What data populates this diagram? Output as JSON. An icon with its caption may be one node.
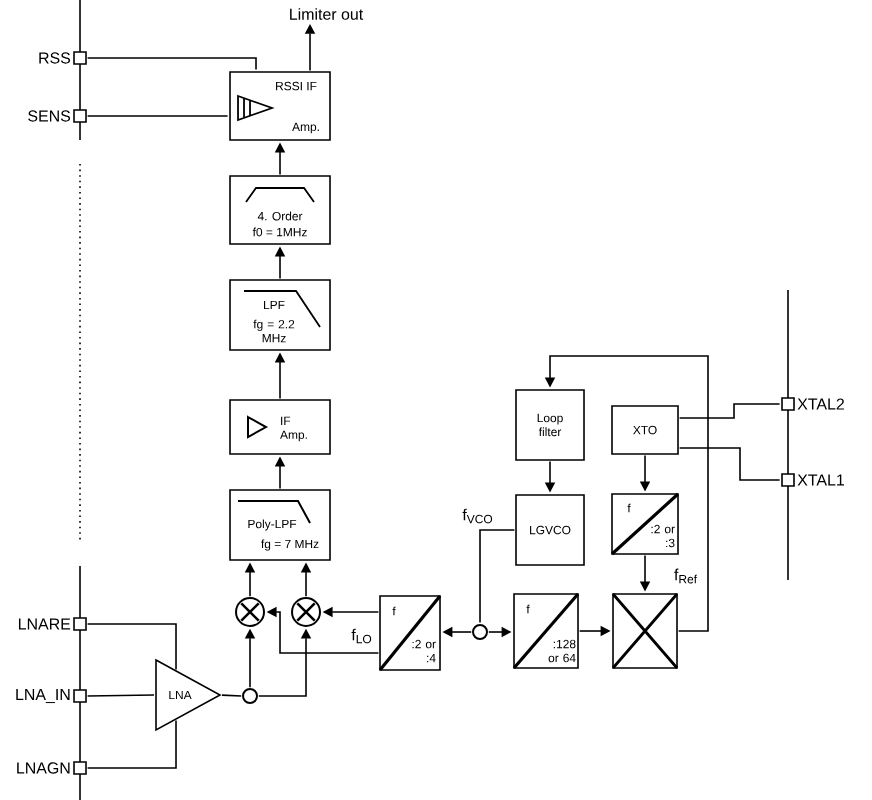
{
  "diagram": {
    "nodes": [
      {
        "text": [
          "RSS"
        ]
      },
      {
        "text": [
          "SENS"
        ]
      },
      {
        "text": [
          "LNARE"
        ]
      },
      {
        "text": [
          "LNA_IN"
        ]
      },
      {
        "text": [
          "LNAGN"
        ]
      },
      {
        "text": [
          "Limiter out"
        ]
      },
      {
        "text": [
          "RSSI IF",
          "Amp."
        ]
      },
      {
        "text": [
          "4. Order",
          "f0 = 1MHz"
        ]
      },
      {
        "text": [
          "LPF",
          "fg = 2.2 MHz"
        ]
      },
      {
        "text": [
          "IF Amp."
        ]
      },
      {
        "text": [
          "Poly-LPF",
          "fg = 7 MHz"
        ]
      },
      {
        "text": [],
        "shape": "circle"
      },
      {
        "text": [],
        "shape": "circle"
      },
      {
        "text": [
          "LNA"
        ]
      },
      {
        "text": [],
        "shape": "circle"
      },
      {
        "text": [
          "f",
          ":2 or :4"
        ]
      },
      {
        "text": [],
        "shape": "circle"
      },
      {
        "text": [
          "f",
          ":128 or 64"
        ]
      },
      {
        "text": [
          "Loop filter"
        ]
      },
      {
        "text": [
          "LGVCO"
        ]
      },
      {
        "text": [
          "XTO"
        ]
      },
      {
        "text": [
          "f",
          ":2 or :3"
        ]
      },
      {
        "text": [],
        "shape": "box"
      },
      {
        "text": [
          "XTAL2"
        ]
      },
      {
        "text": [
          "XTAL1"
        ]
      }
    ],
    "edges": [
      {
        "from": 0,
        "to": 6,
        "arrow": "none"
      },
      {
        "from": 1,
        "to": 6,
        "arrow": "none"
      },
      {
        "from": 6,
        "to": 5,
        "arrow": "to"
      },
      {
        "from": 7,
        "to": 6,
        "arrow": "to"
      },
      {
        "from": 8,
        "to": 7,
        "arrow": "to"
      },
      {
        "from": 9,
        "to": 8,
        "arrow": "to"
      },
      {
        "from": 10,
        "to": 9,
        "arrow": "to"
      },
      {
        "from": 11,
        "to": 10,
        "arrow": "to"
      },
      {
        "from": 12,
        "to": 10,
        "arrow": "to"
      },
      {
        "from": 2,
        "to": 13,
        "arrow": "none"
      },
      {
        "from": 3,
        "to": 13,
        "arrow": "none"
      },
      {
        "from": 4,
        "to": 13,
        "arrow": "none"
      },
      {
        "from": 13,
        "to": 14,
        "arrow": "none"
      },
      {
        "from": 14,
        "to": 11,
        "arrow": "to"
      },
      {
        "from": 14,
        "to": 12,
        "arrow": "to"
      },
      {
        "from": 15,
        "to": 12,
        "arrow": "to",
        "label": "f$_{LO}$"
      },
      {
        "from": 15,
        "to": 11,
        "arrow": "to"
      },
      {
        "from": 16,
        "to": 15,
        "arrow": "to"
      },
      {
        "from": 16,
        "to": 17,
        "arrow": "to"
      },
      {
        "from": 19,
        "to": 16,
        "arrow": "none",
        "label": "f$_{VCO}$"
      },
      {
        "from": 17,
        "to": 22,
        "arrow": "to"
      },
      {
        "from": 21,
        "to": 22,
        "arrow": "to",
        "label": "f$_{Ref}$"
      },
      {
        "from": 22,
        "to": 18,
        "arrow": "to"
      },
      {
        "from": 18,
        "to": 19,
        "arrow": "to"
      },
      {
        "from": 20,
        "to": 21,
        "arrow": "to"
      },
      {
        "from": 20,
        "to": 23,
        "arrow": "none"
      },
      {
        "from": 20,
        "to": 24,
        "arrow": "none"
      }
    ]
  }
}
